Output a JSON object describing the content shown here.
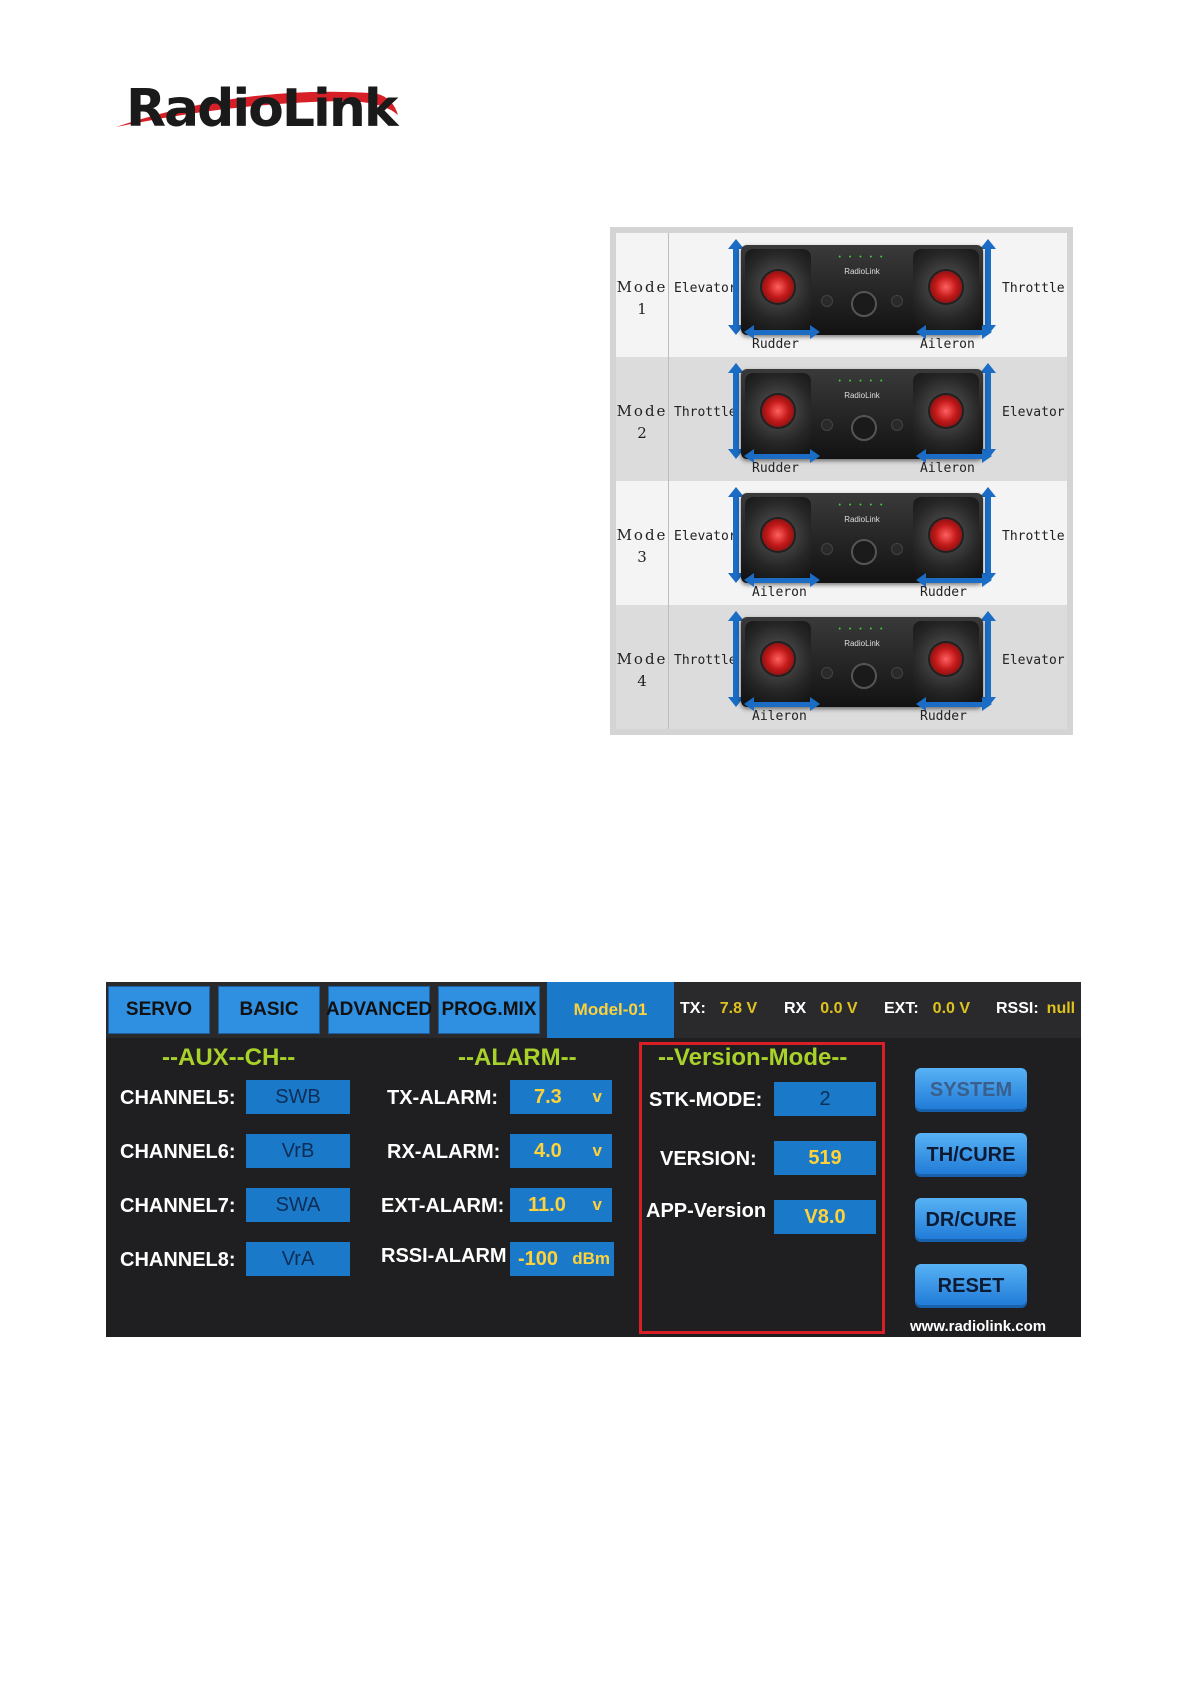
{
  "logo": {
    "text": "RadioLink"
  },
  "stick_modes": [
    {
      "mode_word": "Mode",
      "mode_num": "1",
      "left_vertical": "Elevator",
      "right_vertical": "Throttle",
      "left_horizontal": "Rudder",
      "right_horizontal": "Aileron"
    },
    {
      "mode_word": "Mode",
      "mode_num": "2",
      "left_vertical": "Throttle",
      "right_vertical": "Elevator",
      "left_horizontal": "Rudder",
      "right_horizontal": "Aileron"
    },
    {
      "mode_word": "Mode",
      "mode_num": "3",
      "left_vertical": "Elevator",
      "right_vertical": "Throttle",
      "left_horizontal": "Aileron",
      "right_horizontal": "Rudder"
    },
    {
      "mode_word": "Mode",
      "mode_num": "4",
      "left_vertical": "Throttle",
      "right_vertical": "Elevator",
      "left_horizontal": "Aileron",
      "right_horizontal": "Rudder"
    }
  ],
  "transmitter": {
    "brand": "RadioLink",
    "leds": "• • • • •"
  },
  "app": {
    "tabs": [
      "SERVO",
      "BASIC",
      "ADVANCED",
      "PROG.MIX"
    ],
    "model": "Model-01",
    "status": {
      "tx_label": "TX:",
      "tx_value": "7.8 V",
      "rx_label": "RX",
      "rx_value": "0.0 V",
      "ext_label": "EXT:",
      "ext_value": "0.0 V",
      "rssi_label": "RSSI:",
      "rssi_value": "null"
    },
    "aux": {
      "title": "--AUX--CH--",
      "rows": [
        {
          "label": "CHANNEL5:",
          "value": "SWB"
        },
        {
          "label": "CHANNEL6:",
          "value": "VrB"
        },
        {
          "label": "CHANNEL7:",
          "value": "SWA"
        },
        {
          "label": "CHANNEL8:",
          "value": "VrA"
        }
      ]
    },
    "alarm": {
      "title": "--ALARM--",
      "rows": [
        {
          "label": "TX-ALARM:",
          "value": "7.3",
          "unit": "v"
        },
        {
          "label": "RX-ALARM:",
          "value": "4.0",
          "unit": "v"
        },
        {
          "label": "EXT-ALARM:",
          "value": "11.0",
          "unit": "v"
        },
        {
          "label": "RSSI-ALARM",
          "value": "-100",
          "unit": "dBm"
        }
      ]
    },
    "version_mode": {
      "title": "--Version-Mode--",
      "stk_label": "STK-MODE:",
      "stk_value": "2",
      "version_label": "VERSION:",
      "version_value": "519",
      "app_label": "APP-Version",
      "app_value": "V8.0"
    },
    "buttons": [
      "SYSTEM",
      "TH/CURE",
      "DR/CURE",
      "RESET"
    ],
    "website": "www.radiolink.com"
  },
  "colors": {
    "accent_blue": "#2f8fe0",
    "field_blue": "#1b79c9",
    "value_yellow": "#ffd23a",
    "title_green": "#a8d22a",
    "highlight_red": "#d81f26"
  }
}
